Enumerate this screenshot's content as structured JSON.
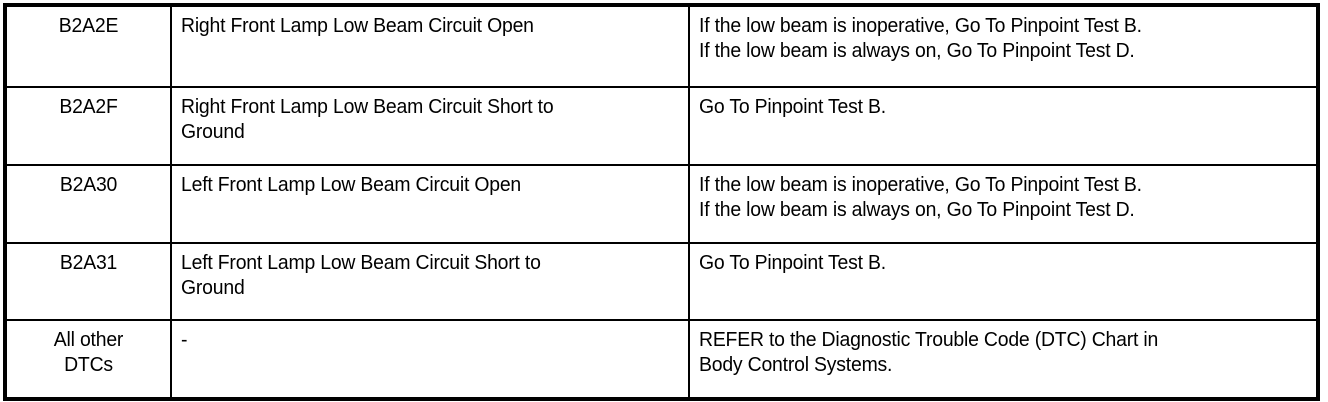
{
  "document": {
    "type": "diagnostic-trouble-code-chart",
    "background_color": "#ffffff",
    "border_color": "#000000"
  },
  "table": {
    "column_count": 3,
    "row_count": 5,
    "rows": [
      {
        "code": "B2A2E",
        "description": [
          "Right Front Lamp Low Beam Circuit Open"
        ],
        "action": [
          "If the low beam is inoperative, Go To Pinpoint Test B.",
          "If the low beam is always on, Go To Pinpoint Test D."
        ]
      },
      {
        "code": "B2A2F",
        "description": [
          "Right Front Lamp Low Beam Circuit Short to",
          "Ground"
        ],
        "action": [
          "Go To Pinpoint Test B."
        ]
      },
      {
        "code": "B2A30",
        "description": [
          "Left Front Lamp Low Beam Circuit Open"
        ],
        "action": [
          "If the low beam is inoperative, Go To Pinpoint Test B.",
          "If the low beam is always on, Go To Pinpoint Test D."
        ]
      },
      {
        "code": "B2A31",
        "description": [
          "Left Front Lamp Low Beam Circuit Short to",
          "Ground"
        ],
        "action": [
          "Go To Pinpoint Test B."
        ]
      },
      {
        "code": "All other\nDTCs",
        "description": [
          "-"
        ],
        "action": [
          "REFER to the Diagnostic Trouble Code (DTC) Chart in",
          "Body Control Systems."
        ]
      }
    ]
  }
}
